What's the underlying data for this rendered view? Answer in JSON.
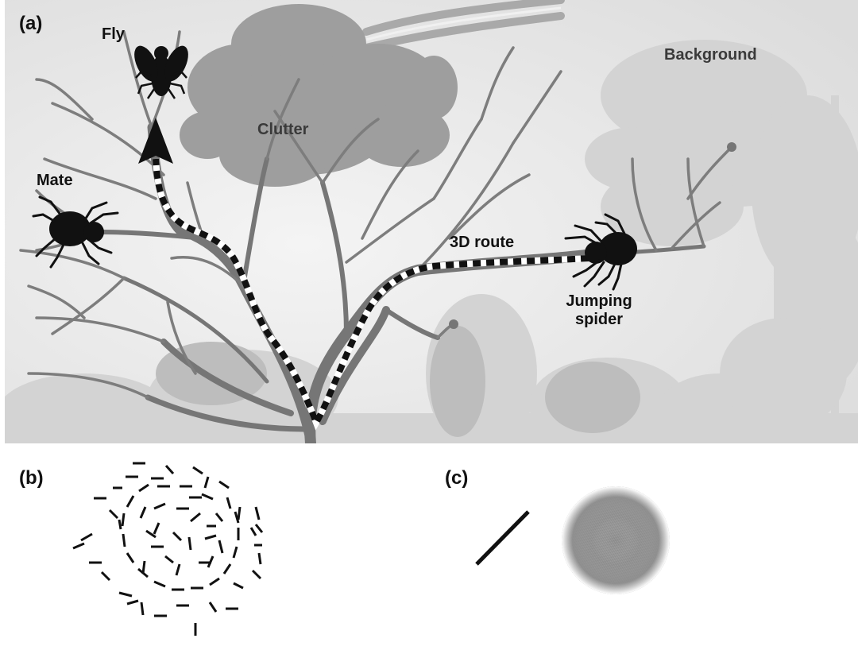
{
  "panel_a": {
    "letter": "(a)",
    "labels": {
      "fly": "Fly",
      "clutter": "Clutter",
      "background": "Background",
      "mate": "Mate",
      "route": "3D route",
      "spider_line1": "Jumping",
      "spider_line2": "spider"
    }
  },
  "panel_b": {
    "letter": "(b)"
  },
  "panel_c": {
    "letter": "(c)"
  },
  "colors": {
    "sky": "#e8e8e8",
    "branch": "#7a7a7a",
    "branch_dark": "#6a6a6a",
    "foliage": "#a5a5a5",
    "background_trees": "#cfcfcf",
    "silhouette": "#111111",
    "route_dash_dark": "#111111",
    "route_dash_light": "#ffffff"
  }
}
